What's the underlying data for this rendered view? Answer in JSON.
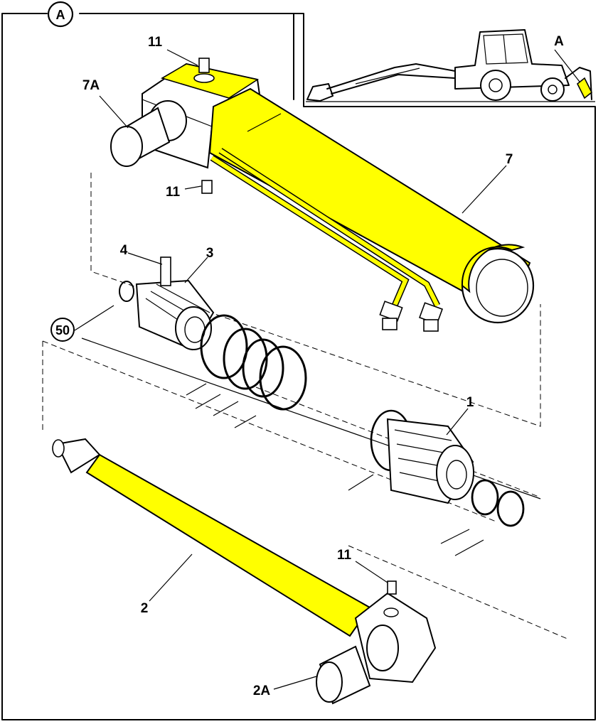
{
  "colors": {
    "highlight": "#ffff00",
    "line": "#000000",
    "paper": "#ffffff",
    "metal": "#ffffff"
  },
  "diagram": {
    "view_badge": "A",
    "inset_marker": "A",
    "callouts": {
      "p11_top": "11",
      "p7a": "7A",
      "p7": "7",
      "p11_mid": "11",
      "p4": "4",
      "p3": "3",
      "p50": "50",
      "p1": "1",
      "p11_low": "11",
      "p2": "2",
      "p2a": "2A"
    }
  }
}
